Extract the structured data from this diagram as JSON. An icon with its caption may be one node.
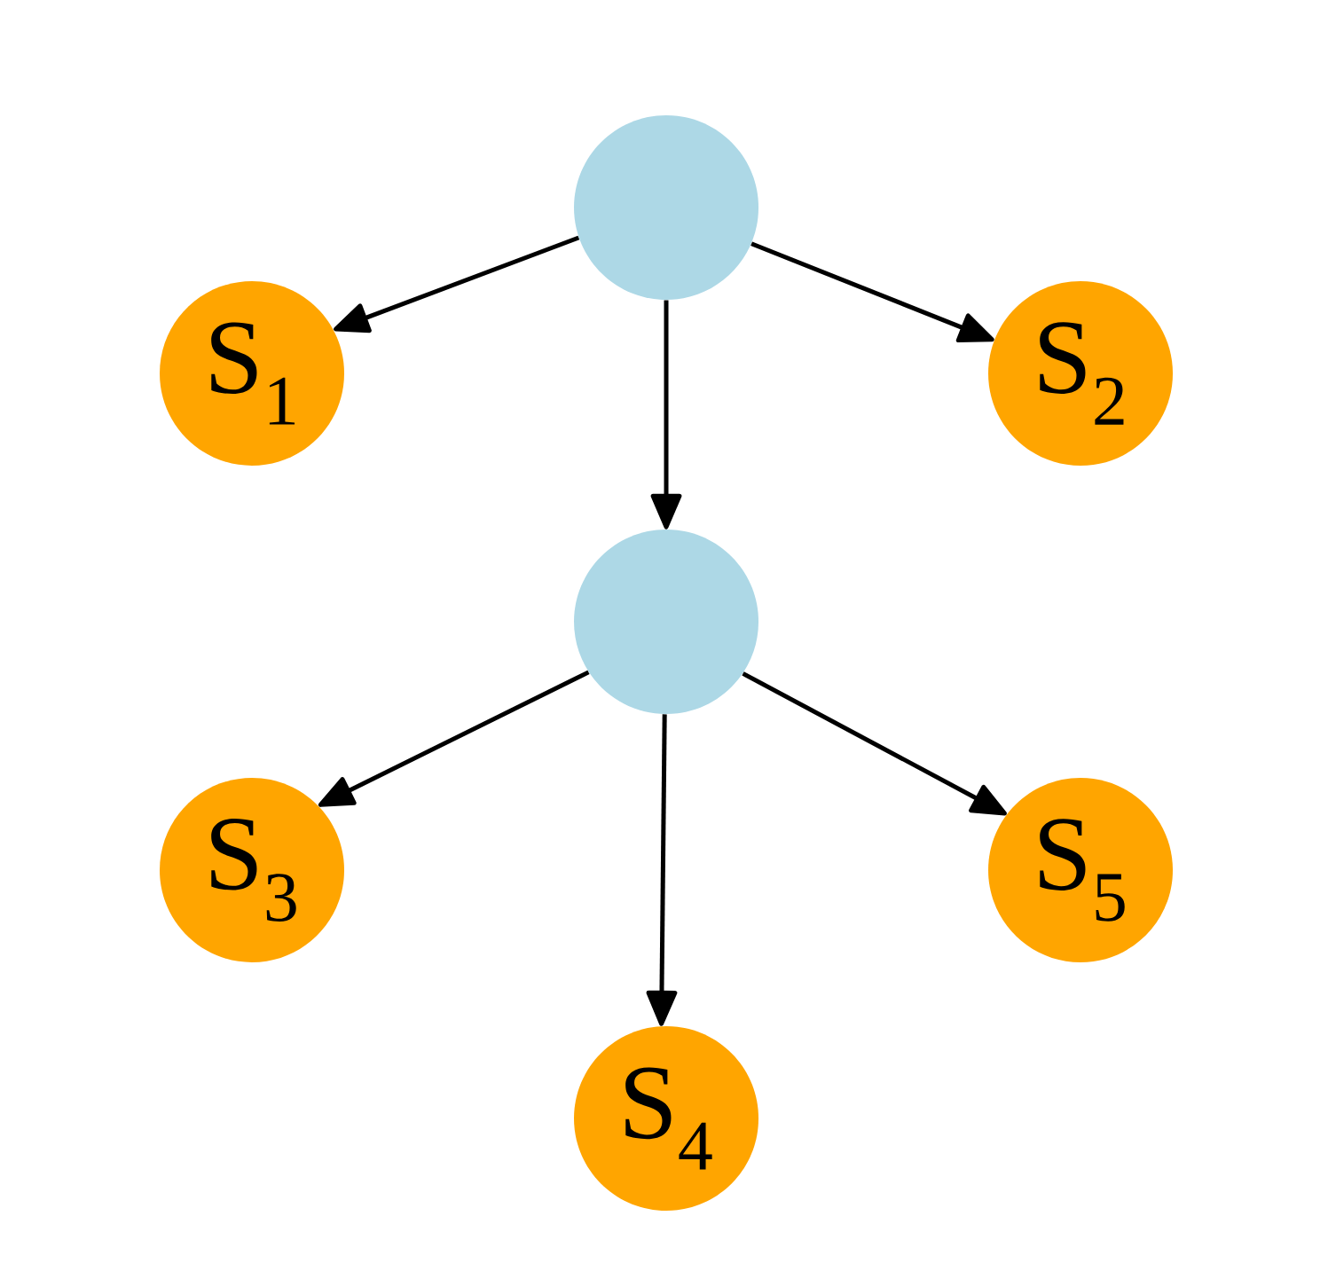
{
  "diagram": {
    "nodes": [
      {
        "text": [],
        "shape": "circle"
      },
      {
        "text": [
          "S$_{1}$"
        ]
      },
      {
        "text": [
          "S$_{2}$"
        ]
      },
      {
        "text": [],
        "shape": "circle"
      },
      {
        "text": [
          "S$_{3}$"
        ]
      },
      {
        "text": [
          "S$_{5}$"
        ]
      },
      {
        "text": [
          "S$_{4}$"
        ]
      }
    ],
    "edges": [
      {
        "from": 0,
        "to": 1,
        "arrow": "to"
      },
      {
        "from": 0,
        "to": 2,
        "arrow": "to"
      },
      {
        "from": 0,
        "to": 3,
        "arrow": "to"
      },
      {
        "from": 3,
        "to": 4,
        "arrow": "to"
      },
      {
        "from": 3,
        "to": 6,
        "arrow": "to"
      },
      {
        "from": 3,
        "to": 5,
        "arrow": "to"
      }
    ]
  }
}
